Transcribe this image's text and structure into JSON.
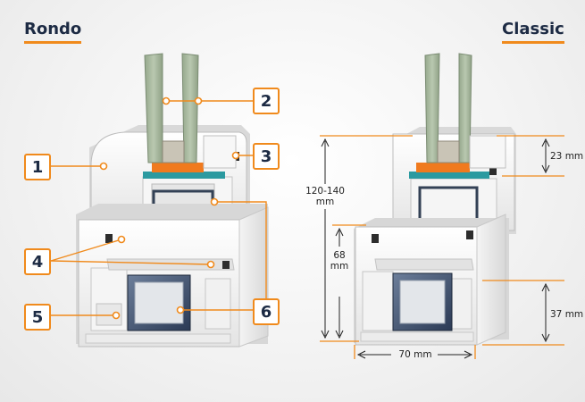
{
  "titles": {
    "left": "Rondo",
    "right": "Classic"
  },
  "callouts": [
    {
      "number": "1"
    },
    {
      "number": "2"
    },
    {
      "number": "3"
    },
    {
      "number": "4"
    },
    {
      "number": "5"
    },
    {
      "number": "6"
    }
  ],
  "dimensions": {
    "height_total_value": "120-140",
    "height_total_unit": "mm",
    "height_mid_value": "68",
    "height_mid_unit": "mm",
    "top_depth": "23 mm",
    "bottom_depth": "37 mm",
    "width": "70 mm"
  },
  "colors": {
    "accent": "#f08a1c",
    "title": "#1d2b44",
    "glass": "#a3b39a",
    "gasket": "#f07a1e",
    "spacer": "#2b9aa0",
    "steel": "#3e4f6c"
  }
}
